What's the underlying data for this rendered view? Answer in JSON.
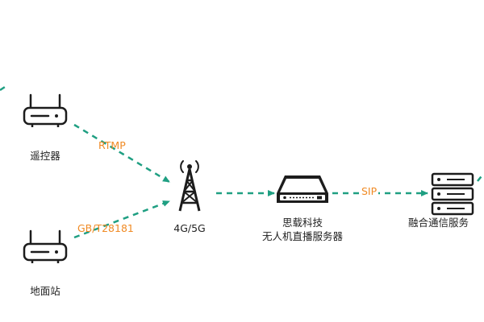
{
  "colors": {
    "edge": "#1f9f82",
    "edge_label": "#f08a24",
    "device_stroke": "#1c1c1c",
    "background": "#ffffff"
  },
  "nodes": {
    "remote_controller": {
      "label": "遥控器",
      "icon": "router-icon"
    },
    "ground_station": {
      "label": "地面站",
      "icon": "router-icon"
    },
    "cell_tower": {
      "label": "4G/5G",
      "icon": "cell-tower-icon"
    },
    "drone_server": {
      "label_line1": "思载科技",
      "label_line2": "无人机直播服务器",
      "icon": "server-icon"
    },
    "fusion_server": {
      "label": "融合通信服务",
      "icon": "server-rack-icon"
    }
  },
  "edges": {
    "rtmp": {
      "label": "RTMP"
    },
    "gb": {
      "label": "GB/T28181"
    },
    "sip": {
      "label": "SIP"
    }
  }
}
